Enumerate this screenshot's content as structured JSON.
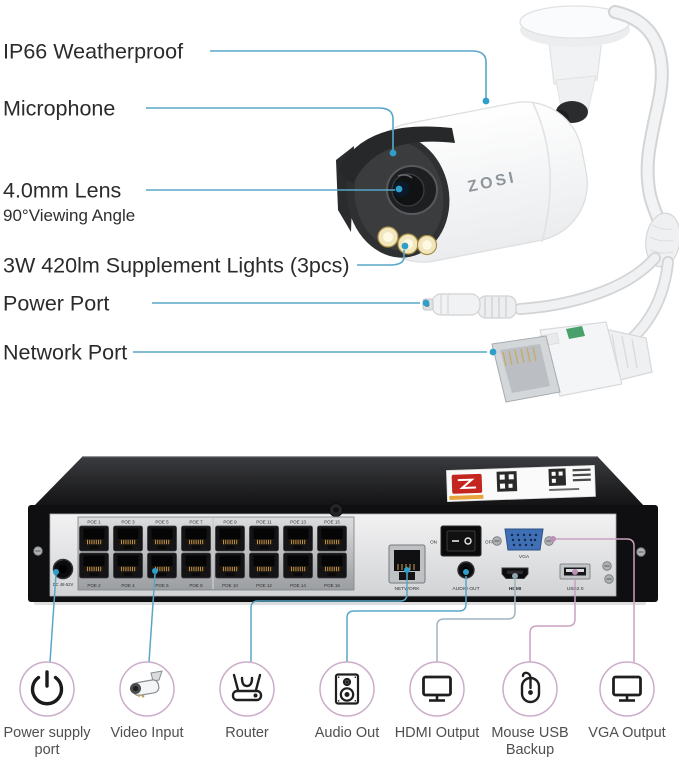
{
  "brand": "ZOSI",
  "camera_annotations": [
    {
      "text": "IP66 Weatherproof"
    },
    {
      "text": "Microphone"
    },
    {
      "text": "4.0mm Lens",
      "sub": "90°Viewing Angle"
    },
    {
      "text": "3W 420lm Supplement Lights (3pcs)"
    },
    {
      "text": "Power Port"
    },
    {
      "text": "Network Port"
    }
  ],
  "nvr": {
    "dc_label": "DC 48-52V",
    "poe_labels_top": [
      "POE 1",
      "POE 3",
      "POE 5",
      "POE 7",
      "POE 9",
      "POE 11",
      "POE 13",
      "POE 15"
    ],
    "poe_labels_bottom": [
      "POE 2",
      "POE 4",
      "POE 6",
      "POE 8",
      "POE 10",
      "POE 12",
      "POE 14",
      "POE 16"
    ],
    "network_label": "NETWORK",
    "switch_on": "ON",
    "switch_off": "OFF",
    "vga_label": "VGA",
    "audio_label": "AUDIO OUT",
    "hdmi_label": "HDMI",
    "usb_label": "USB2.0"
  },
  "legend": {
    "items": [
      {
        "icon": "power-icon",
        "line1": "Power supply",
        "line2": "port"
      },
      {
        "icon": "camera-icon",
        "line1": "Video Input",
        "line2": ""
      },
      {
        "icon": "router-icon",
        "line1": "Router",
        "line2": ""
      },
      {
        "icon": "speaker-icon",
        "line1": "Audio Out",
        "line2": ""
      },
      {
        "icon": "monitor-icon",
        "line1": "HDMI Output",
        "line2": ""
      },
      {
        "icon": "mouse-icon",
        "line1": "Mouse USB",
        "line2": "Backup"
      },
      {
        "icon": "monitor-icon",
        "line1": "VGA Output",
        "line2": ""
      }
    ]
  },
  "colors": {
    "annotation_line": "#58a7c8",
    "legend_line_blue": "#58a7c8",
    "legend_line_gray": "#9fb4c0",
    "legend_line_pink": "#c9a2c0",
    "legend_circle": "#ccadc9",
    "label_text": "#2b2b2b",
    "vga_port": "#3f6fb5"
  }
}
